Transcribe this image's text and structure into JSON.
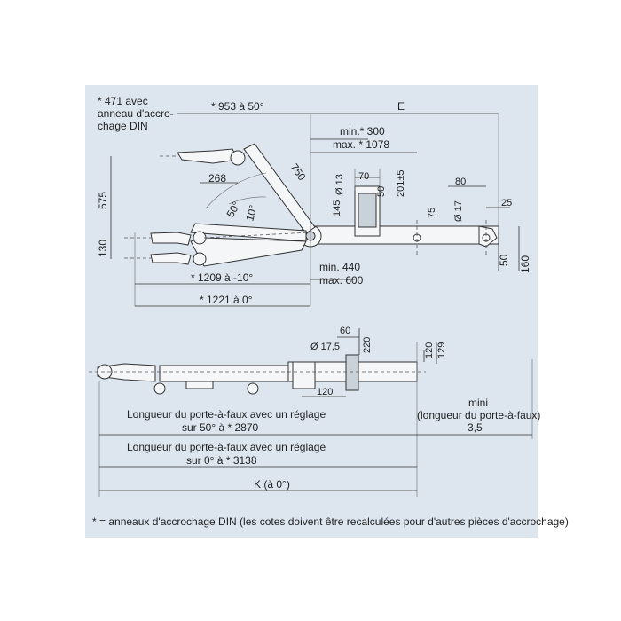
{
  "top_view": {
    "note_471": "* 471 avec",
    "note_471_b": "anneau d'accro-",
    "note_471_c": "chage DIN",
    "dim_953": "* 953 à 50°",
    "dim_E": "E",
    "dim_min300": "min.* 300",
    "dim_max1078": "max. * 1078",
    "dim_750": "750",
    "dim_268": "268",
    "dim_575": "575",
    "dim_130": "130",
    "angle_50": "50°",
    "angle_10": "10°",
    "dim_d13": "Ø 13",
    "dim_70": "70",
    "dim_50a": "50",
    "dim_201": "201±5",
    "dim_145": "145",
    "dim_75": "75",
    "dim_d17": "Ø 17",
    "dim_80": "80",
    "dim_25": "25",
    "dim_min440": "min. 440",
    "dim_max600": "max. 600",
    "dim_1209": "* 1209 à -10°",
    "dim_1221": "* 1221 à 0°",
    "dim_50b": "50",
    "dim_160": "160"
  },
  "side_view": {
    "dim_60": "60",
    "dim_d175": "Ø 17,5",
    "dim_220": "220",
    "dim_120a": "120",
    "dim_129": "129",
    "dim_120b": "120",
    "label_2870_a": "Longueur du porte-à-faux avec un réglage",
    "label_2870_b": "sur 50° à * 2870",
    "label_3138_a": "Longueur du porte-à-faux avec un réglage",
    "label_3138_b": "sur 0° à * 3138",
    "mini": "mini",
    "mini_b": "(longueur du porte-à-faux)",
    "dim_35": "3,5",
    "dim_K": "K (à 0°)"
  },
  "footnote": "* = anneaux d'accrochage DIN (les cotes doivent être recalculées pour d'autres pièces d'accrochage)",
  "colors": {
    "panel": "#dde6ef",
    "line": "#333333"
  }
}
